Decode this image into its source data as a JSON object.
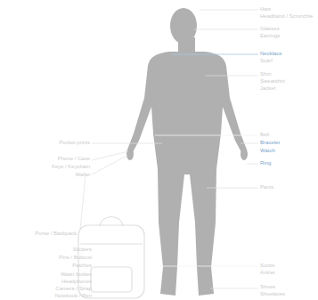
{
  "diagram": {
    "labels": [
      "Hats",
      "Headband / Scrunchie",
      "Glasses",
      "Earrings",
      "Necklace",
      "Scarf",
      "Shirt",
      "Sweatshirt",
      "Jacket",
      "Belt",
      "Bracelet",
      "Watch",
      "Ring",
      "Pants",
      "Socks",
      "Anklet",
      "Shoes",
      "Shoelaces",
      "Pocket prints",
      "Phone / Case",
      "Keys / Keychain",
      "Wallet",
      "Purse / Backpack",
      "Stickers",
      "Pins / Buttons",
      "Patches",
      "Water bottles",
      "Headphones",
      "Camera / Strap",
      "Notebook / Pen"
    ]
  }
}
